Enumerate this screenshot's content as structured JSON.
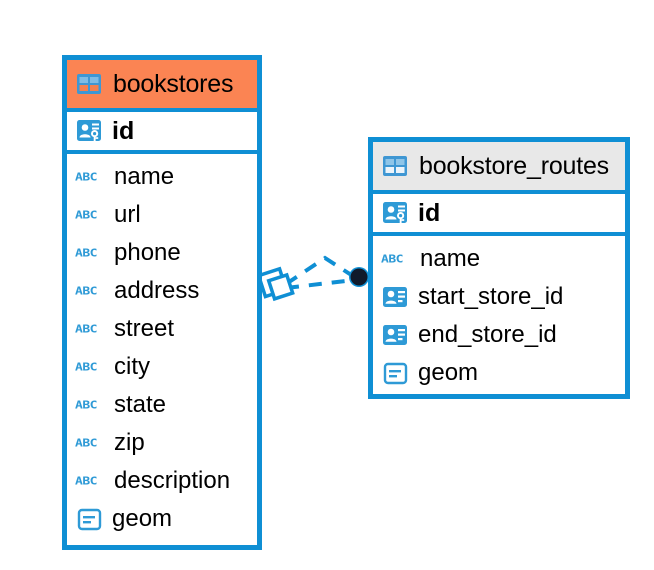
{
  "diagram": {
    "type": "entity-relationship-diagram",
    "background": "#ffffff",
    "accent_border_color": "#0F8FD4",
    "highlight_header_color": "#FB8453",
    "plain_header_color": "#E8E8E8",
    "icon_blue": "#2E9AD6",
    "connector_color": "#0F8FD4",
    "connector_endpoint_color": "#101A2B"
  },
  "entities": [
    {
      "name": "bookstores",
      "header_icon": "table-icon",
      "header_style": "accent",
      "primary_key": {
        "label": "id",
        "icon": "primary-key-icon"
      },
      "fields": [
        {
          "label": "name",
          "icon": "abc-text-icon",
          "icon_text": "ABC"
        },
        {
          "label": "url",
          "icon": "abc-text-icon",
          "icon_text": "ABC"
        },
        {
          "label": "phone",
          "icon": "abc-text-icon",
          "icon_text": "ABC"
        },
        {
          "label": "address",
          "icon": "abc-text-icon",
          "icon_text": "ABC"
        },
        {
          "label": "street",
          "icon": "abc-text-icon",
          "icon_text": "ABC"
        },
        {
          "label": "city",
          "icon": "abc-text-icon",
          "icon_text": "ABC"
        },
        {
          "label": "state",
          "icon": "abc-text-icon",
          "icon_text": "ABC"
        },
        {
          "label": "zip",
          "icon": "abc-text-icon",
          "icon_text": "ABC"
        },
        {
          "label": "description",
          "icon": "abc-text-icon",
          "icon_text": "ABC"
        },
        {
          "label": "geom",
          "icon": "geometry-icon",
          "icon_text": ""
        }
      ]
    },
    {
      "name": "bookstore_routes",
      "header_icon": "table-icon",
      "header_style": "plain",
      "primary_key": {
        "label": "id",
        "icon": "primary-key-icon"
      },
      "fields": [
        {
          "label": "name",
          "icon": "abc-text-icon",
          "icon_text": "ABC"
        },
        {
          "label": "start_store_id",
          "icon": "foreign-key-icon",
          "icon_text": ""
        },
        {
          "label": "end_store_id",
          "icon": "foreign-key-icon",
          "icon_text": ""
        },
        {
          "label": "geom",
          "icon": "geometry-icon",
          "icon_text": ""
        }
      ]
    }
  ],
  "relationship": {
    "style": "dashed",
    "source_endpoint": "crows-foot-diamond",
    "target_endpoint": "filled-circle"
  }
}
